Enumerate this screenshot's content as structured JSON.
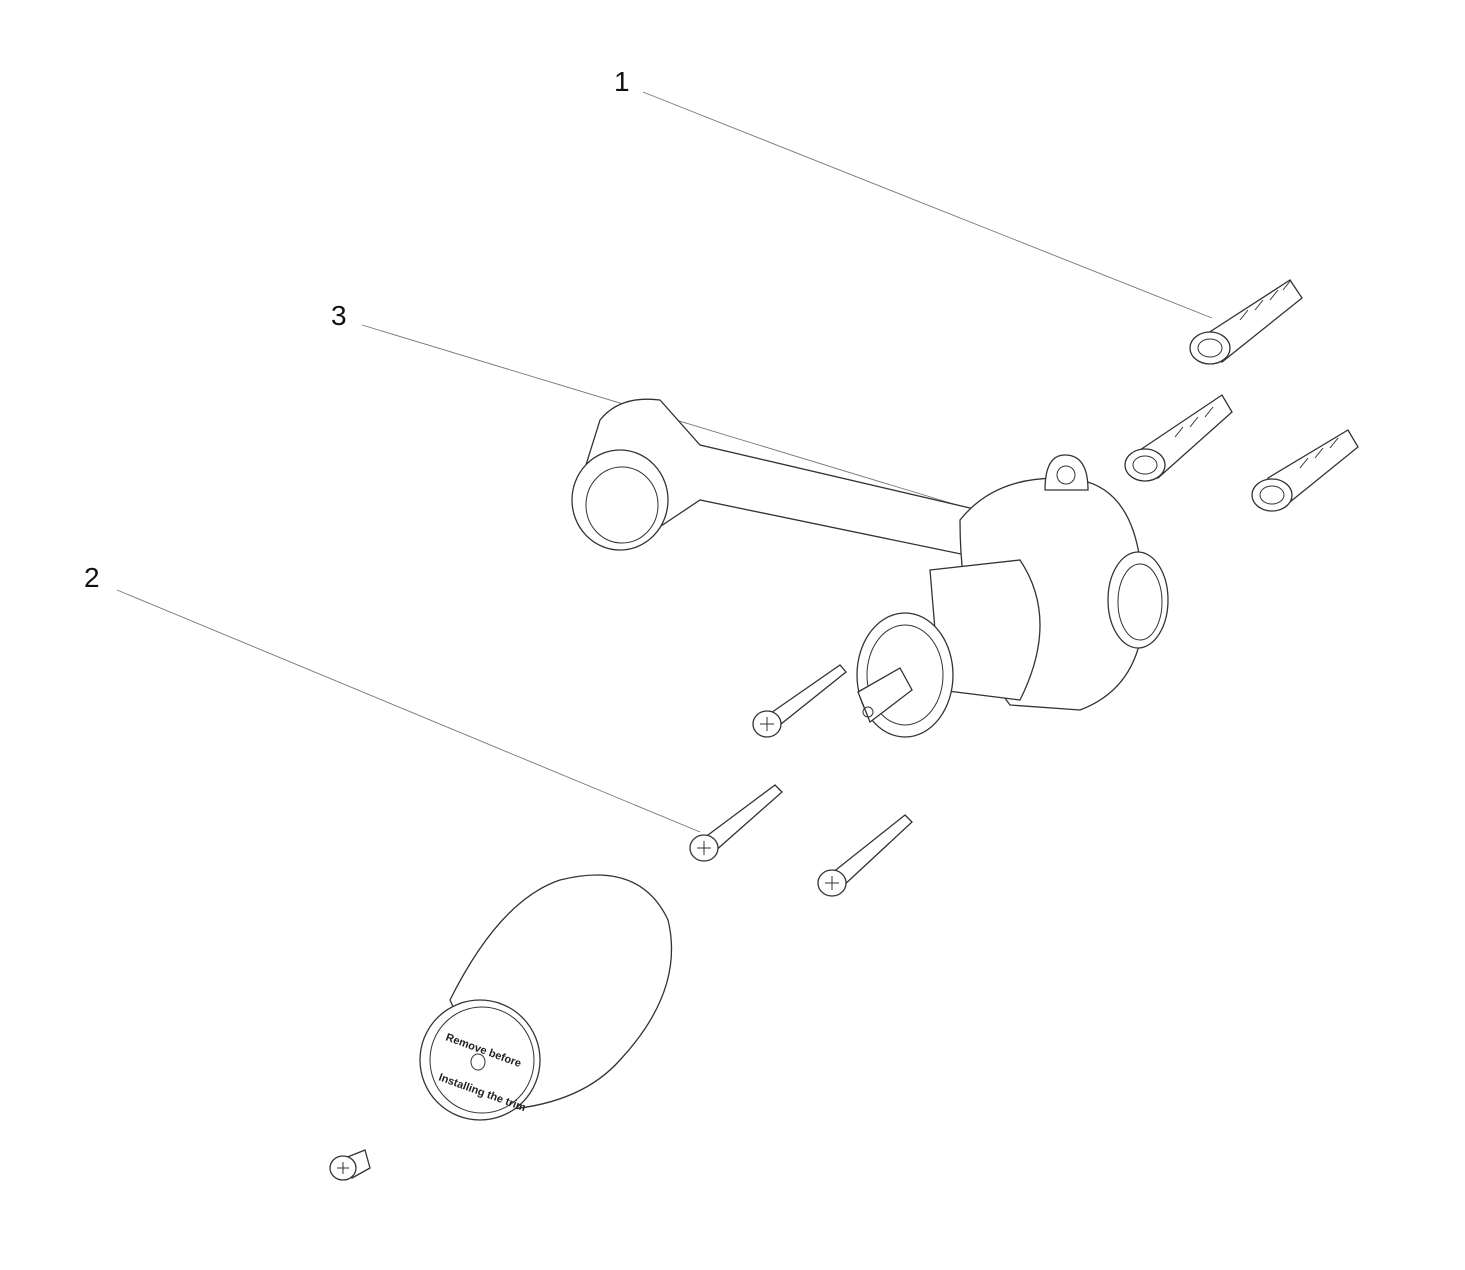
{
  "callouts": [
    "1",
    "2",
    "3"
  ],
  "cap_label": {
    "line1": "Remove before",
    "line2": "Installing the trim"
  }
}
